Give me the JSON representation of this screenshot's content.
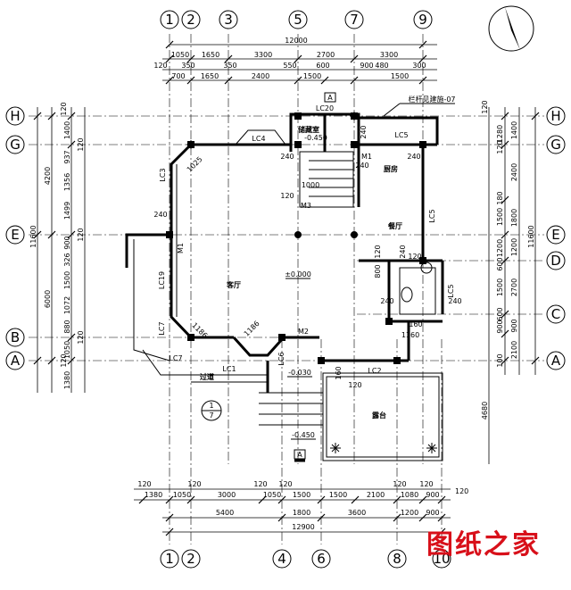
{
  "axes_top": [
    "1",
    "2",
    "3",
    "5",
    "7",
    "9"
  ],
  "axes_bottom": [
    "1",
    "2",
    "4",
    "6",
    "8",
    "10"
  ],
  "axes_left": [
    "H",
    "G",
    "E",
    "B",
    "A"
  ],
  "axes_right": [
    "H",
    "G",
    "E",
    "D",
    "C",
    "A"
  ],
  "top_dims": {
    "total": "12000",
    "row1": [
      "1050",
      "1650",
      "3300",
      "2700",
      "3300"
    ],
    "row2": [
      "120",
      "350",
      "350",
      "550",
      "600",
      "900",
      "480",
      "300"
    ],
    "row3": [
      "700",
      "1650",
      "2400",
      "1500",
      "1500"
    ]
  },
  "bottom_dims": {
    "row1": [
      "120",
      "120",
      "120",
      "120",
      "120",
      "120"
    ],
    "row2": [
      "1380",
      "1050",
      "3000",
      "1050",
      "1500",
      "1500",
      "2100",
      "1080",
      "900"
    ],
    "row3": [
      "5400",
      "1800",
      "3600",
      "1200",
      "900"
    ],
    "total": "12900",
    "extra": "120"
  },
  "left_dims": {
    "outer": [
      "4200",
      "6000"
    ],
    "total": "11600",
    "mid": [
      "1400",
      "937",
      "1356",
      "1499",
      "900",
      "326",
      "1500",
      "1072",
      "880",
      "1050",
      "1380"
    ],
    "inner": [
      "120",
      "120",
      "120",
      "120",
      "120"
    ]
  },
  "right_dims": {
    "outer": [
      "1400",
      "2400",
      "1800",
      "1200",
      "2700",
      "900",
      "2100",
      "4680"
    ],
    "total": "11600",
    "inner": [
      "120",
      "1280",
      "120",
      "180",
      "1500",
      "1200",
      "600",
      "1500",
      "600",
      "900",
      "100"
    ]
  },
  "rooms": {
    "storage": "储藏室",
    "kitchen": "厨房",
    "dining": "餐厅",
    "living": "客厅",
    "corridor": "过道",
    "terrace": "露台"
  },
  "labels": {
    "window_lc20": "LC20",
    "window_lc4": "LC4",
    "window_lc5a": "LC5",
    "window_lc5b": "LC5",
    "window_lc5c": "LC5",
    "window_lc3": "LC3",
    "window_lc19": "LC19",
    "window_lc7a": "LC7",
    "window_lc7b": "LC7",
    "window_lc1": "LC1",
    "window_lc6": "LC6",
    "window_lc2": "LC2",
    "door_m1a": "M1",
    "door_m1b": "M1",
    "door_m2": "M2",
    "door_m3": "M3",
    "elev_storage": "-0.450",
    "elev_living": "±0.000",
    "elev_corridor": "-0.030",
    "elev_entry": "-0.450",
    "railing": "栏杆见建施-07",
    "sec_a_top": "A",
    "sec_a_bottom": "A",
    "detail_num": "1",
    "detail_sheet": "7",
    "d1025": "1025",
    "d1000": "1000",
    "d1186a": "1186",
    "d1186b": "1186",
    "d240a": "240",
    "d240b": "240",
    "d240c": "240",
    "d240d": "240",
    "d240e": "240",
    "d240f": "240",
    "d240g": "240",
    "d240h": "240",
    "d120a": "120",
    "d120b": "120",
    "d120c": "120",
    "d120d": "120",
    "d160a": "160",
    "d160b": "160",
    "d800": "800",
    "d1160": "1160"
  },
  "watermark": "图纸之家"
}
